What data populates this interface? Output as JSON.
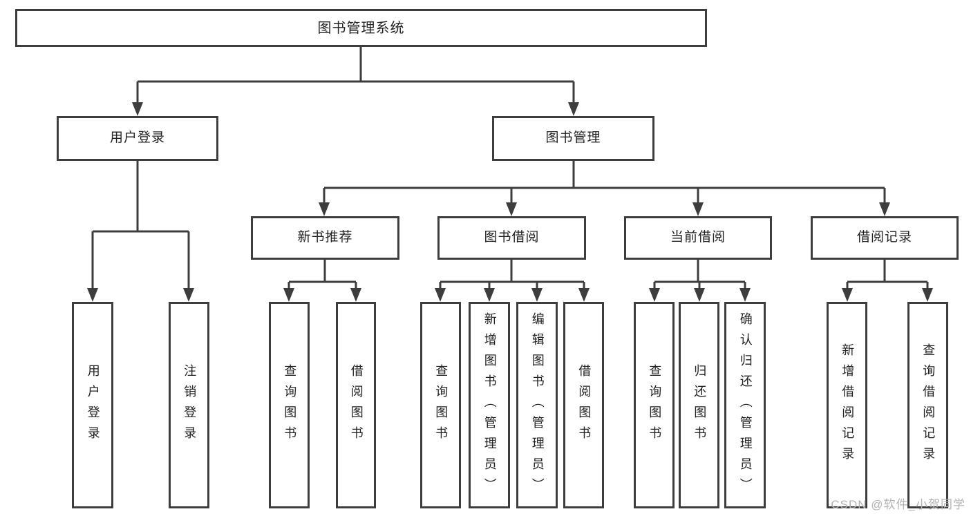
{
  "diagram": {
    "root": {
      "label": "图书管理系统"
    },
    "branches": [
      {
        "label": "用户登录",
        "children": [
          {
            "label": "用户登录"
          },
          {
            "label": "注销登录"
          }
        ]
      },
      {
        "label": "图书管理",
        "children": [
          {
            "label": "新书推荐",
            "children": [
              {
                "label": "查询图书"
              },
              {
                "label": "借阅图书"
              }
            ]
          },
          {
            "label": "图书借阅",
            "children": [
              {
                "label": "查询图书"
              },
              {
                "label": "新增图书（管理员）"
              },
              {
                "label": "编辑图书（管理员）"
              },
              {
                "label": "借阅图书"
              }
            ]
          },
          {
            "label": "当前借阅",
            "children": [
              {
                "label": "查询图书"
              },
              {
                "label": "归还图书"
              },
              {
                "label": "确认归还（管理员）"
              }
            ]
          },
          {
            "label": "借阅记录",
            "children": [
              {
                "label": "新增借阅记录"
              },
              {
                "label": "查询借阅记录"
              }
            ]
          }
        ]
      }
    ]
  },
  "watermark": {
    "text": "CSDN @软件_小贺同学"
  },
  "colors": {
    "line": "#3d3d3d",
    "box_border": "#3d3d3d",
    "box_bg": "#ffffff",
    "text": "#222222",
    "watermark": "#b3b3b3"
  }
}
